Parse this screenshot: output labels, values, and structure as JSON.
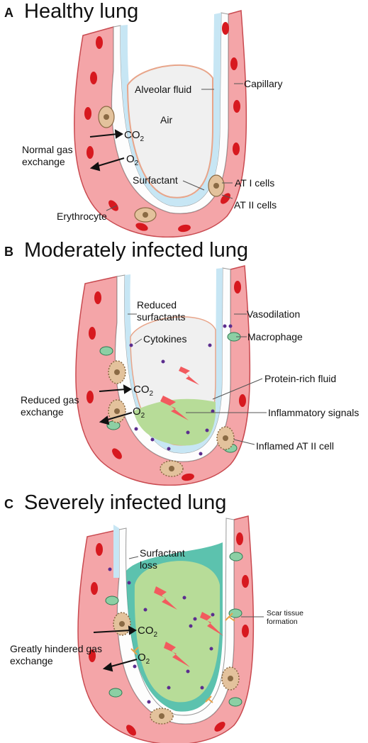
{
  "panels": [
    {
      "letter": "A",
      "title": "Healthy lung",
      "labels": {
        "alveolar_fluid": "Alveolar fluid",
        "capillary": "Capillary",
        "air": "Air",
        "normal_gas_exchange": "Normal gas exchange",
        "surfactant": "Surfactant",
        "at1_cells": "AT I cells",
        "at2_cells": "AT II cells",
        "erythrocyte": "Erythrocyte"
      },
      "gases": {
        "co2": "CO",
        "co2_sub": "2",
        "o2": "O",
        "o2_sub": "2"
      }
    },
    {
      "letter": "B",
      "title": "Moderately infected lung",
      "labels": {
        "reduced_surfactants": "Reduced surfactants",
        "vasodilation": "Vasodilation",
        "cytokines": "Cytokines",
        "macrophage": "Macrophage",
        "protein_rich_fluid": "Protein-rich fluid",
        "reduced_gas_exchange": "Reduced gas exchange",
        "inflammatory_signals": "Inflammatory signals",
        "inflamed_at2_cell": "Inflamed AT II cell"
      },
      "gases": {
        "co2": "CO",
        "co2_sub": "2",
        "o2": "O",
        "o2_sub": "2"
      }
    },
    {
      "letter": "C",
      "title": "Severely infected lung",
      "labels": {
        "surfactant_loss": "Surfactant loss",
        "scar_tissue_formation": "Scar tissue formation",
        "greatly_hindered_gas_exchange": "Greatly hindered gas exchange"
      },
      "gases": {
        "co2": "CO",
        "co2_sub": "2",
        "o2": "O",
        "o2_sub": "2"
      }
    }
  ],
  "colors": {
    "vessel": "#f4a5a8",
    "vessel_edge": "#c94a50",
    "erythrocyte": "#d7191f",
    "interstitium": "#fdfdfd",
    "alveolar_fluid": "#c7e6f4",
    "surfactant_line": "#e8a58a",
    "air": "#f0f0f0",
    "edema": "#b7dc98",
    "fibrosis": "#3fb7a0",
    "cytokine": "#5b2d8e",
    "signal": "#f25a5e",
    "at2_cell": "#e3c29c",
    "macrophage": "#8ccfa4"
  }
}
